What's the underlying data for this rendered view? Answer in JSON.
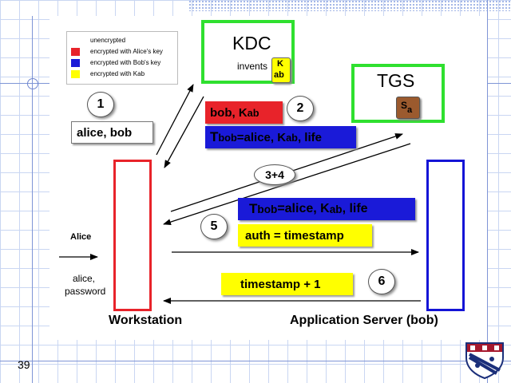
{
  "legend": {
    "items": [
      {
        "label": "unencrypted",
        "color": "#ffffff"
      },
      {
        "label": "encrypted with Alice's key",
        "color": "#e8232a"
      },
      {
        "label": "encrypted with Bob's key",
        "color": "#1a1ad8"
      },
      {
        "label": "encrypted with Kab",
        "color": "#ffff00"
      }
    ]
  },
  "kdc": {
    "title": "KDC",
    "invents": "invents",
    "key_main": "K",
    "key_sub": "ab"
  },
  "tgs": {
    "title": "TGS",
    "key_main": "S",
    "key_sub": "a"
  },
  "steps": {
    "s1": "1",
    "s2": "2",
    "s34": "3+4",
    "s5": "5",
    "s6": "6"
  },
  "messages": {
    "m1": "alice, bob",
    "m2_main": "bob, K",
    "m2_sub": "ab",
    "ticket_T": "T",
    "ticket_T_sub": "bob",
    "ticket_mid": "=alice, K",
    "ticket_K_sub": "ab",
    "ticket_end": ", life",
    "auth": "auth = timestamp",
    "ts": "timestamp + 1"
  },
  "workstation": {
    "alice": "Alice",
    "creds_line1": "alice,",
    "creds_line2": "password",
    "label": "Workstation"
  },
  "app_server": {
    "label": "Application Server (bob)"
  },
  "page_number": "39",
  "colors": {
    "red": "#e8232a",
    "blue": "#1a1ad8",
    "yellow": "#ffff00",
    "green": "#2fe02f",
    "brown": "#9b5a2e"
  }
}
